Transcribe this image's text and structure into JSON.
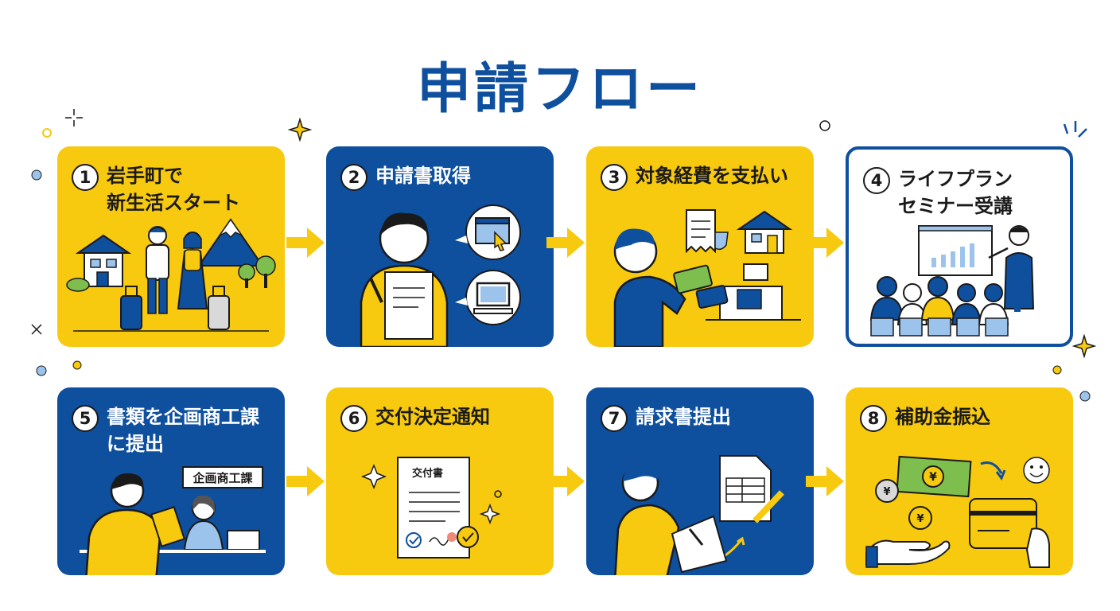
{
  "title": "申請フロー",
  "colors": {
    "yellow": "#F7C90F",
    "blue": "#0E4F9E",
    "ink": "#1a1a1a",
    "arrow": "#F7C90F"
  },
  "steps": [
    {
      "num": "1",
      "label": "岩手町で\n新生活スタート",
      "style": "yellow"
    },
    {
      "num": "2",
      "label": "申請書取得",
      "style": "blue"
    },
    {
      "num": "3",
      "label": "対象経費を支払い",
      "style": "yellow"
    },
    {
      "num": "4",
      "label": "ライフプラン\nセミナー受講",
      "style": "outline"
    },
    {
      "num": "5",
      "label": "書類を企画商工課\nに提出",
      "style": "blue"
    },
    {
      "num": "6",
      "label": "交付決定通知",
      "style": "yellow"
    },
    {
      "num": "7",
      "label": "請求書提出",
      "style": "blue"
    },
    {
      "num": "8",
      "label": "補助金振込",
      "style": "yellow"
    }
  ],
  "illustrations": {
    "counter_sign": "企画商工課",
    "document_title": "交付書",
    "currency_symbol": "¥"
  }
}
